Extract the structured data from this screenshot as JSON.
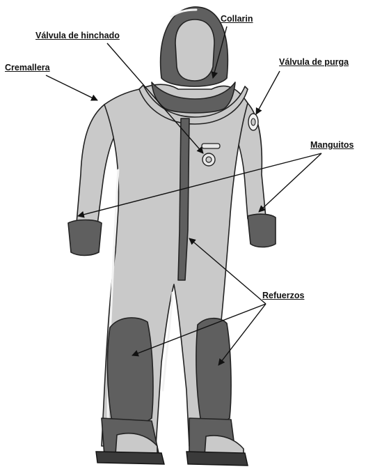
{
  "labels": {
    "collarin": "Collarin",
    "valvula_hinchado": "Válvula de hinchado",
    "cremallera": "Cremallera",
    "valvula_purga": "Válvula de purga",
    "manguitos": "Manguitos",
    "refuerzos": "Refuerzos"
  }
}
